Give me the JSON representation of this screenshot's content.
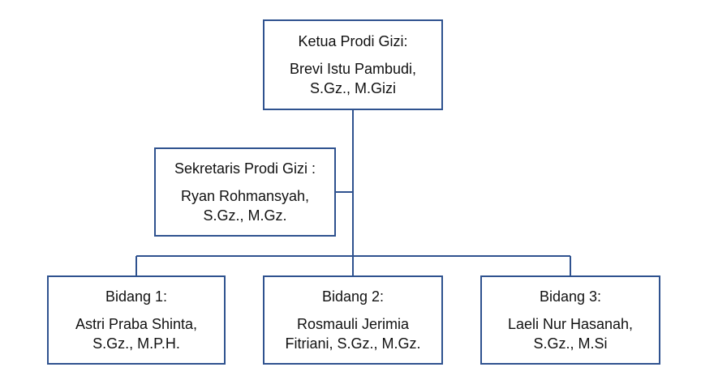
{
  "org_chart": {
    "ketua": {
      "title": "Ketua Prodi Gizi:",
      "name_line1": "Brevi Istu Pambudi,",
      "name_line2": "S.Gz., M.Gizi"
    },
    "sekretaris": {
      "title": "Sekretaris Prodi Gizi :",
      "name_line1": "Ryan Rohmansyah,",
      "name_line2": "S.Gz., M.Gz."
    },
    "bidang": [
      {
        "title": "Bidang 1:",
        "name_line1": "Astri Praba Shinta,",
        "name_line2": "S.Gz., M.P.H."
      },
      {
        "title": "Bidang 2:",
        "name_line1": "Rosmauli Jerimia",
        "name_line2": "Fitriani, S.Gz., M.Gz."
      },
      {
        "title": "Bidang 3:",
        "name_line1": "Laeli Nur Hasanah,",
        "name_line2": "S.Gz., M.Si"
      }
    ]
  },
  "colors": {
    "border": "#2f528f",
    "text": "#111111",
    "background": "#ffffff"
  }
}
